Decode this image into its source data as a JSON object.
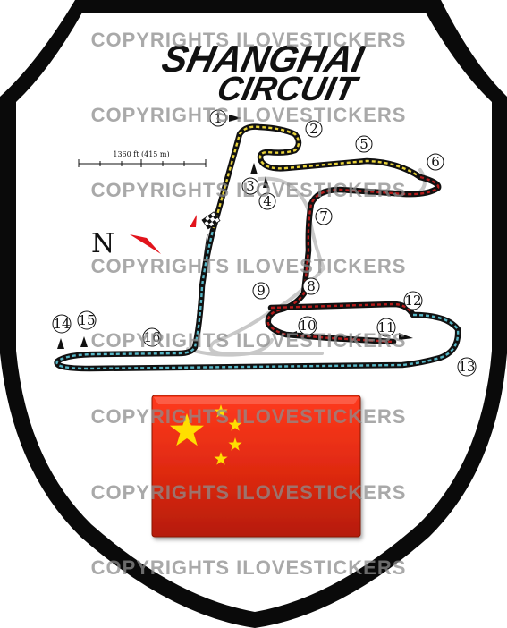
{
  "sticker": {
    "title_line1": "SHANGHAI",
    "title_line2": "CIRCUIT",
    "scale_label": "1360 ft (415 m)",
    "north_label": "N",
    "watermark_text": "COPYRIGHTS ILOVESTICKERS",
    "turns": [
      "1",
      "2",
      "3",
      "4",
      "5",
      "6",
      "7",
      "8",
      "9",
      "10",
      "11",
      "12",
      "13",
      "14",
      "15",
      "16"
    ],
    "colors": {
      "border": "#0a0a0a",
      "sector_yellow": "#e8d23a",
      "sector_red": "#b41b1b",
      "sector_cyan": "#56b6c6",
      "runoff_grey": "#c8c8c8",
      "flag_red": "#de2910",
      "flag_star": "#ffde00",
      "north_arrow": "#e2141c"
    },
    "icons": [
      "checkered-flag-icon",
      "north-arrow-icon",
      "star-icon"
    ]
  }
}
